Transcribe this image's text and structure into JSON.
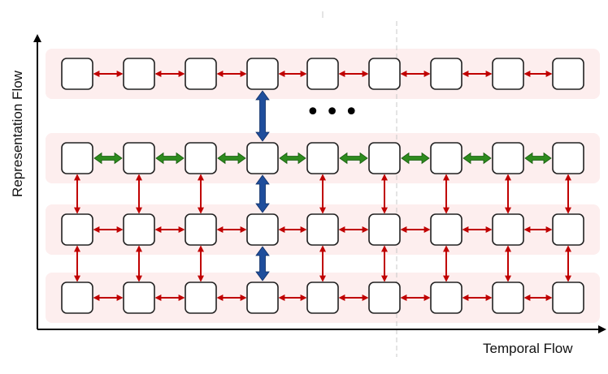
{
  "axes": {
    "x_label": "Temporal Flow",
    "y_label": "Representation Flow"
  },
  "ellipsis": "•••",
  "grid": {
    "rows": 4,
    "cols": 9,
    "highlighted_row_from_top": 1,
    "vertical_link_column": 3
  },
  "colors": {
    "node_fill": "#ffffff",
    "node_stroke": "#222222",
    "row_band": "#fdeeee",
    "temporal_arrow": "#c00000",
    "highlight_arrow": "#2e8b1e",
    "highlight_arrow_edge": "#145a0c",
    "representation_arrow": "#1f4e9c",
    "axis": "#000000",
    "divider": "#c8c8c8"
  },
  "icons": {
    "horizontal_link": "double-headed-arrow-icon",
    "vertical_link": "double-headed-arrow-icon"
  }
}
